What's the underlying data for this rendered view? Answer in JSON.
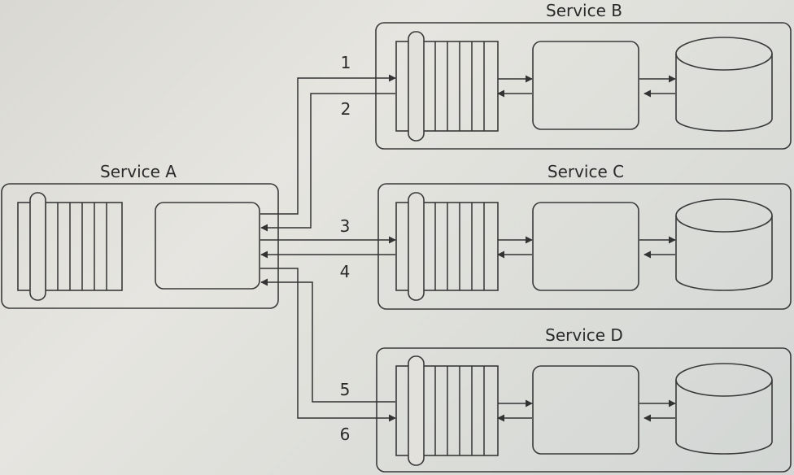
{
  "services": {
    "a": {
      "label": "Service A"
    },
    "b": {
      "label": "Service B"
    },
    "c": {
      "label": "Service C"
    },
    "d": {
      "label": "Service D"
    }
  },
  "connections": [
    {
      "label": "1"
    },
    {
      "label": "2"
    },
    {
      "label": "3"
    },
    {
      "label": "4"
    },
    {
      "label": "5"
    },
    {
      "label": "6"
    }
  ]
}
